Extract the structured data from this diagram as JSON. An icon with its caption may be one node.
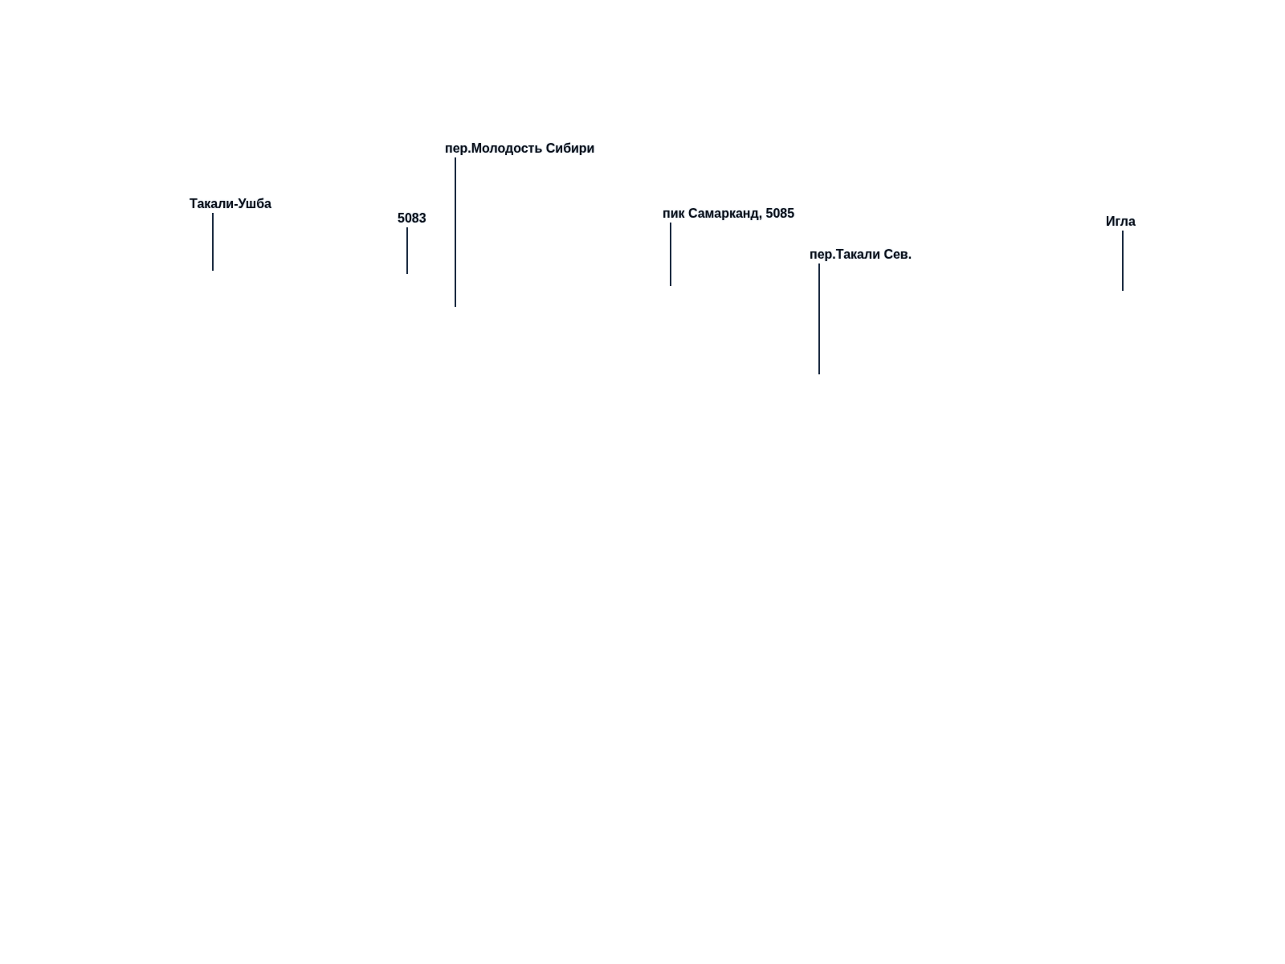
{
  "diagram": {
    "nodes": [
      {
        "text": [
          "Такали-Ушба"
        ]
      },
      {
        "text": [
          "5083"
        ]
      },
      {
        "text": [
          "пер.Молодость Сибири"
        ]
      },
      {
        "text": [
          "пик Самарканд, 5085"
        ]
      },
      {
        "text": [
          "пер.Такали Сев."
        ]
      },
      {
        "text": [
          "Игла"
        ]
      }
    ],
    "edges": [
      {
        "from": 0,
        "to": null,
        "arrow": "none"
      },
      {
        "from": 1,
        "to": null,
        "arrow": "none"
      },
      {
        "from": 2,
        "to": null,
        "arrow": "none"
      },
      {
        "from": 3,
        "to": null,
        "arrow": "none"
      },
      {
        "from": 4,
        "to": null,
        "arrow": "none"
      },
      {
        "from": 5,
        "to": null,
        "arrow": "none"
      }
    ]
  }
}
